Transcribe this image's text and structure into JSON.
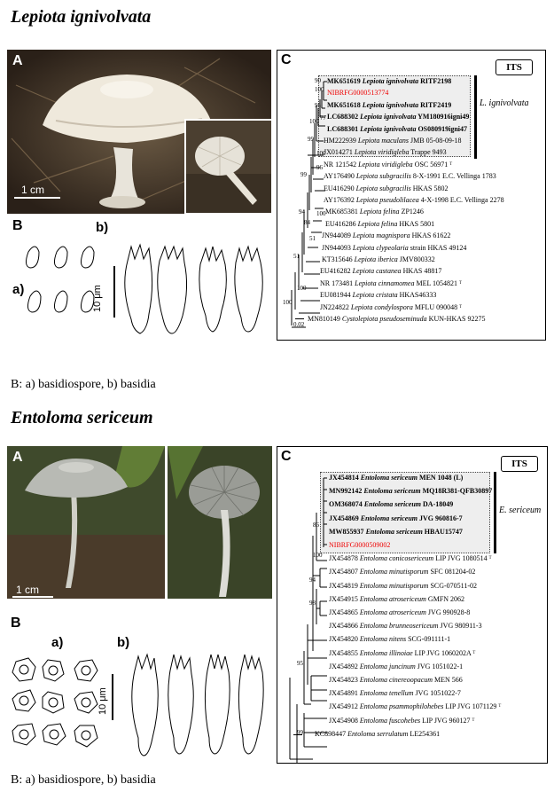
{
  "figures": [
    {
      "species": "Lepiota ignivolvata",
      "caption": "B: a) basidiospore, b) basidia",
      "panel_a": "A",
      "panel_b": "B",
      "panel_c": "C",
      "sub_a": "a)",
      "sub_b": "b)",
      "photo_scale": "1 cm",
      "drawing_scale": "10 μm",
      "its": "ITS",
      "clade_label": "L. ignivolvata",
      "tree_scale": "0.02",
      "taxa": [
        {
          "acc": "MK651619",
          "name": "Lepiota ignivolvata",
          "voucher": "RITF2198",
          "style": "bold"
        },
        {
          "acc": "NIBRFG0000513774",
          "name": "",
          "voucher": "",
          "style": "red"
        },
        {
          "acc": "MK651618",
          "name": "Lepiota ignivolvata",
          "voucher": "RITF2419",
          "style": "bold"
        },
        {
          "acc": "LC688302",
          "name": "Lepiota ignivolvata",
          "voucher": "YM180916igni49",
          "style": "bold"
        },
        {
          "acc": "LC688301",
          "name": "Lepiota ignivolvata",
          "voucher": "OS080919igni47",
          "style": "bold"
        },
        {
          "acc": "HM222939",
          "name": "Lepiota maculans",
          "voucher": "JMB 05-08-09-18",
          "style": ""
        },
        {
          "acc": "JX014271",
          "name": "Lepiota viridigleba",
          "voucher": "Trappe 9493",
          "style": ""
        },
        {
          "acc": "NR 121542",
          "name": "Lepiota viridigleba",
          "voucher": "OSC 56971 ᵀ",
          "style": ""
        },
        {
          "acc": "AY176490",
          "name": "Lepiota subgracilis",
          "voucher": "8-X-1991 E.C. Vellinga 1783",
          "style": ""
        },
        {
          "acc": "EU416290",
          "name": "Lepiota subgracilis",
          "voucher": "HKAS 5802",
          "style": ""
        },
        {
          "acc": "AY176392",
          "name": "Lepiota pseudolilacea",
          "voucher": "4-X-1998 E.C. Vellinga 2278",
          "style": ""
        },
        {
          "acc": "MK685381",
          "name": "Lepiota felina",
          "voucher": "ZP1246",
          "style": ""
        },
        {
          "acc": "EU416286",
          "name": "Lepiota felina",
          "voucher": "HKAS 5801",
          "style": ""
        },
        {
          "acc": "JN944089",
          "name": "Lepiota magnispora",
          "voucher": "HKAS 61622",
          "style": ""
        },
        {
          "acc": "JN944093",
          "name": "Lepiota clypeolaria",
          "voucher": "strain HKAS 49124",
          "style": ""
        },
        {
          "acc": "KT315646",
          "name": "Lepiota iberica",
          "voucher": "JMV800332",
          "style": ""
        },
        {
          "acc": "EU416282",
          "name": "Lepiota castanea",
          "voucher": "HKAS 48817",
          "style": ""
        },
        {
          "acc": "NR 173481",
          "name": "Lepiota cinnamomea",
          "voucher": "MEL 1054821 ᵀ",
          "style": ""
        },
        {
          "acc": "EU081944",
          "name": "Lepiota cristata",
          "voucher": "HKAS46333",
          "style": ""
        },
        {
          "acc": "JN224822",
          "name": "Lepiota condylospora",
          "voucher": "MFLU 090048 ᵀ",
          "style": ""
        },
        {
          "acc": "MN810149",
          "name": "Cystolepiota pseudoseminuda",
          "voucher": "KUN-HKAS 92275",
          "style": ""
        }
      ],
      "bootstrap": [
        "90",
        "100",
        "98",
        "100",
        "77",
        "99",
        "100",
        "96",
        "99",
        "94",
        "100",
        "84",
        "51",
        "51",
        "100",
        "100"
      ]
    },
    {
      "species": "Entoloma sericeum",
      "caption": "B: a) basidiospore, b) basidia",
      "panel_a": "A",
      "panel_b": "B",
      "panel_c": "C",
      "sub_a": "a)",
      "sub_b": "b)",
      "photo_scale": "1 cm",
      "drawing_scale": "10 μm",
      "its": "ITS",
      "clade_label": "E. sericeum",
      "tree_scale": "",
      "taxa": [
        {
          "acc": "JX454814",
          "name": "Entoloma sericeum",
          "voucher": "MEN 1048 (L)",
          "style": "bold"
        },
        {
          "acc": "MN992142",
          "name": "Entoloma sericeum",
          "voucher": "MQ18R381-QFB30897",
          "style": "bold"
        },
        {
          "acc": "OM368074",
          "name": "Entoloma sericeum",
          "voucher": "DA-18049",
          "style": "bold"
        },
        {
          "acc": "JX454869",
          "name": "Entoloma sericeum",
          "voucher": "JVG 960816-7",
          "style": "bold"
        },
        {
          "acc": "MW855937",
          "name": "Entoloma sericeum",
          "voucher": "HBAU15747",
          "style": "bold"
        },
        {
          "acc": "NIBRFG0000509002",
          "name": "",
          "voucher": "",
          "style": "red"
        },
        {
          "acc": "JX454878",
          "name": "Entoloma conicosericeum",
          "voucher": "LIP JVG 1080514 ᵀ",
          "style": ""
        },
        {
          "acc": "JX454807",
          "name": "Entoloma minutisporum",
          "voucher": "SFC 081204-02",
          "style": ""
        },
        {
          "acc": "JX454819",
          "name": "Entoloma minutisporum",
          "voucher": "SCG-070511-02",
          "style": ""
        },
        {
          "acc": "JX454915",
          "name": "Entoloma atrosericeum",
          "voucher": "GMFN 2062",
          "style": ""
        },
        {
          "acc": "JX454865",
          "name": "Entoloma atrosericeum",
          "voucher": "JVG 990928-8",
          "style": ""
        },
        {
          "acc": "JX454866",
          "name": "Entoloma brunneosericeum",
          "voucher": "JVG 980911-3",
          "style": ""
        },
        {
          "acc": "JX454820",
          "name": "Entoloma nitens",
          "voucher": "SCG-091111-1",
          "style": ""
        },
        {
          "acc": "JX454855",
          "name": "Entoloma illinoiae",
          "voucher": "LIP JVG 1060202A ᵀ",
          "style": ""
        },
        {
          "acc": "JX454892",
          "name": "Entoloma juncinum",
          "voucher": "JVG 1051022-1",
          "style": ""
        },
        {
          "acc": "JX454823",
          "name": "Entoloma cinereoopacum",
          "voucher": "MEN 566",
          "style": ""
        },
        {
          "acc": "JX454891",
          "name": "Entoloma tenellum",
          "voucher": "JVG 1051022-7",
          "style": ""
        },
        {
          "acc": "JX454912",
          "name": "Entoloma psammophilohebes",
          "voucher": "LIP JVG 1071129 ᵀ",
          "style": ""
        },
        {
          "acc": "JX454908",
          "name": "Entoloma fuscohebes",
          "voucher": "LIP JVG 960127 ᵀ",
          "style": ""
        },
        {
          "acc": "KC898447",
          "name": "Entoloma serrulatum",
          "voucher": "LE254361",
          "style": ""
        }
      ],
      "bootstrap": [
        "86",
        "100",
        "94",
        "98",
        "95",
        "99"
      ]
    }
  ]
}
